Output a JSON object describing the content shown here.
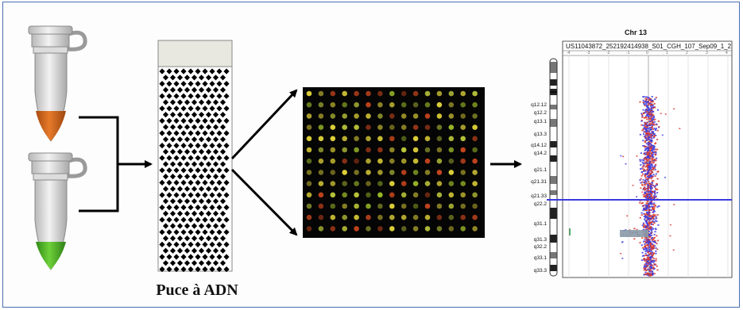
{
  "figure": {
    "caption": "Puce à ADN",
    "colors": {
      "frame": "#4a6fb0",
      "tube_sample_1": "#d8691c",
      "tube_sample_2": "#55b52a",
      "array_header": "#e8e8e0",
      "scan_bg": "#050505",
      "probe_yellow": "#e2d43a",
      "probe_green": "#9fbf2a",
      "probe_red": "#c8461e",
      "points_red": "#d9382b",
      "points_blue": "#3b3be0",
      "segment_gray": "#8a9aa8"
    },
    "icons": {
      "tube": "microcentrifuge-tube-icon",
      "arrow": "arrow-right-icon"
    }
  },
  "plot": {
    "chromosome_title": "Chr 13",
    "sample_id": "US11043872_252192414938_S01_CGH_107_Sep09_1_2",
    "x_ticks": [
      "-4",
      "-3",
      "-2",
      "-1",
      "0",
      "1",
      "2",
      "3",
      "4"
    ],
    "bands": [
      {
        "label": "q12.12",
        "y": 132
      },
      {
        "label": "q12.2",
        "y": 142
      },
      {
        "label": "q13.1",
        "y": 153
      },
      {
        "label": "q13.3",
        "y": 169
      },
      {
        "label": "q14.12",
        "y": 183
      },
      {
        "label": "q14.2",
        "y": 193
      },
      {
        "label": "q21.1",
        "y": 214
      },
      {
        "label": "q21.31",
        "y": 229
      },
      {
        "label": "q21.33",
        "y": 247
      },
      {
        "label": "q22.2",
        "y": 257
      },
      {
        "label": "q31.1",
        "y": 282
      },
      {
        "label": "q31.3",
        "y": 302
      },
      {
        "label": "q32.2",
        "y": 311
      },
      {
        "label": "q33.1",
        "y": 325
      },
      {
        "label": "q33.3",
        "y": 341
      }
    ]
  }
}
